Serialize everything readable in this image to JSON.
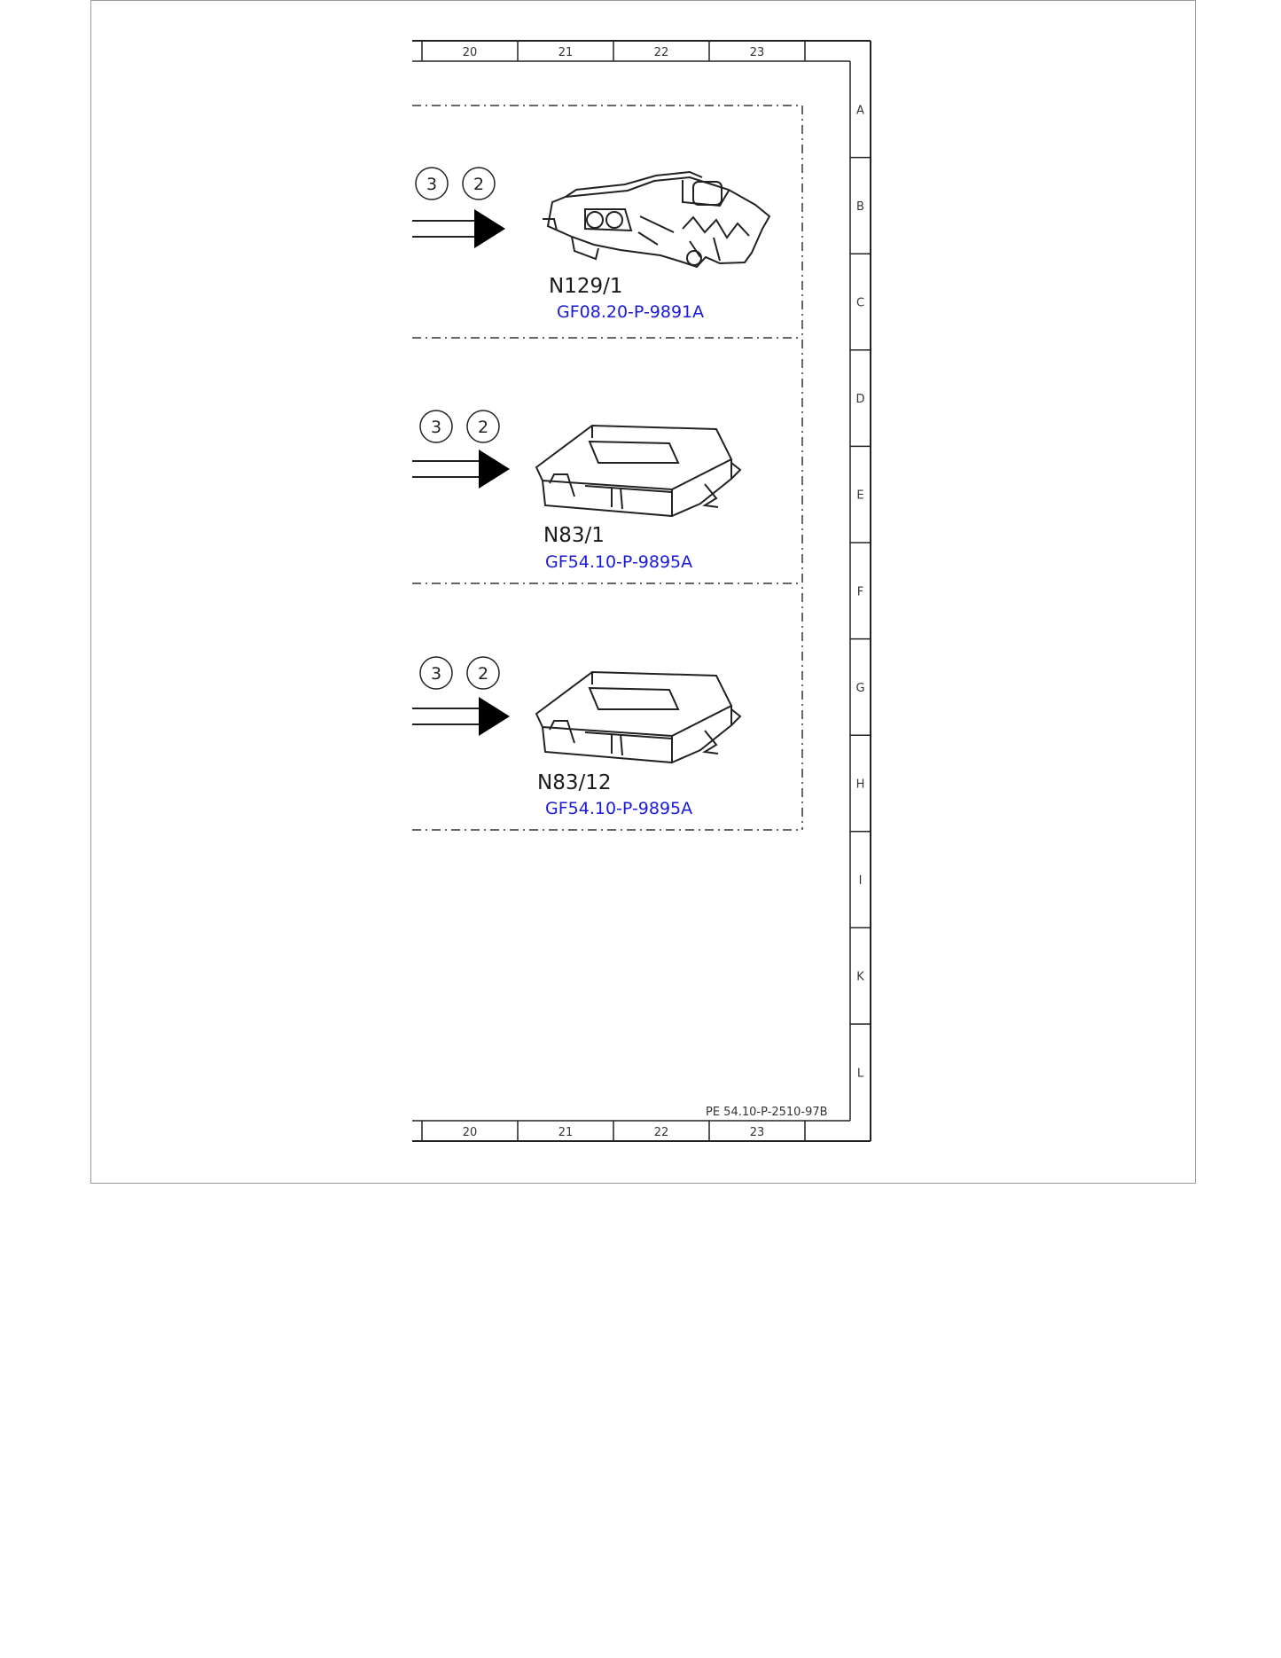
{
  "grid": {
    "columns": [
      "20",
      "21",
      "22",
      "23"
    ],
    "rows": [
      "A",
      "B",
      "C",
      "D",
      "E",
      "F",
      "G",
      "H",
      "I",
      "K",
      "L"
    ]
  },
  "document_id": "PE 54.10-P-2510-97B",
  "components": [
    {
      "label": "N129/1",
      "reference": "GF08.20-P-9891A",
      "markers": [
        "3",
        "2"
      ],
      "icon": "transmission-control-unit-icon"
    },
    {
      "label": "N83/1",
      "reference": "GF54.10-P-9895A",
      "markers": [
        "3",
        "2"
      ],
      "icon": "control-module-icon"
    },
    {
      "label": "N83/12",
      "reference": "GF54.10-P-9895A",
      "markers": [
        "3",
        "2"
      ],
      "icon": "control-module-icon"
    }
  ]
}
